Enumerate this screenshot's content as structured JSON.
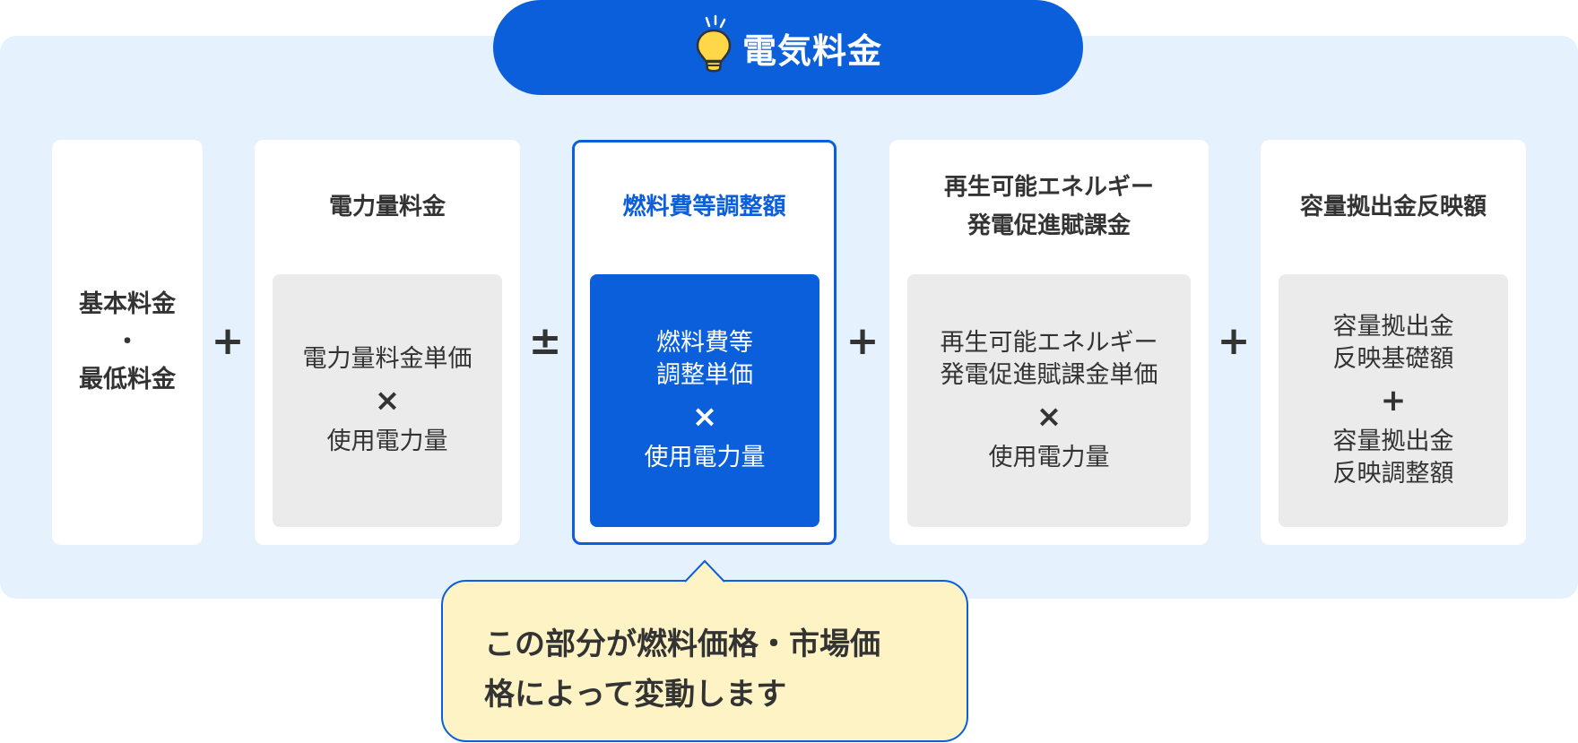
{
  "title": "電気料金",
  "colors": {
    "accent": "#0b5fdb",
    "panel_bg": "#e5f1fd",
    "inner_bg": "#ebebeb",
    "callout_bg": "#fdf3c4"
  },
  "icons": {
    "title_icon": "lightbulb-icon"
  },
  "cards": [
    {
      "lines": [
        "基本料金",
        "・",
        "最低料金"
      ]
    },
    {
      "title": "電力量料金",
      "formula": {
        "top": "電力量料金単価",
        "op": "×",
        "bottom": "使用電力量"
      }
    },
    {
      "title": "燃料費等調整額",
      "highlighted": true,
      "formula": {
        "top": "燃料費等\n調整単価",
        "op": "×",
        "bottom": "使用電力量"
      }
    },
    {
      "title": "再生可能エネルギー\n発電促進賦課金",
      "formula": {
        "top": "再生可能エネルギー\n発電促進賦課金単価",
        "op": "×",
        "bottom": "使用電力量"
      }
    },
    {
      "title": "容量拠出金反映額",
      "formula": {
        "top": "容量拠出金\n反映基礎額",
        "op": "+",
        "bottom": "容量拠出金\n反映調整額"
      }
    }
  ],
  "operators": [
    "+",
    "±",
    "+",
    "+"
  ],
  "callout": "この部分が燃料価格・市場価\n格によって変動します"
}
